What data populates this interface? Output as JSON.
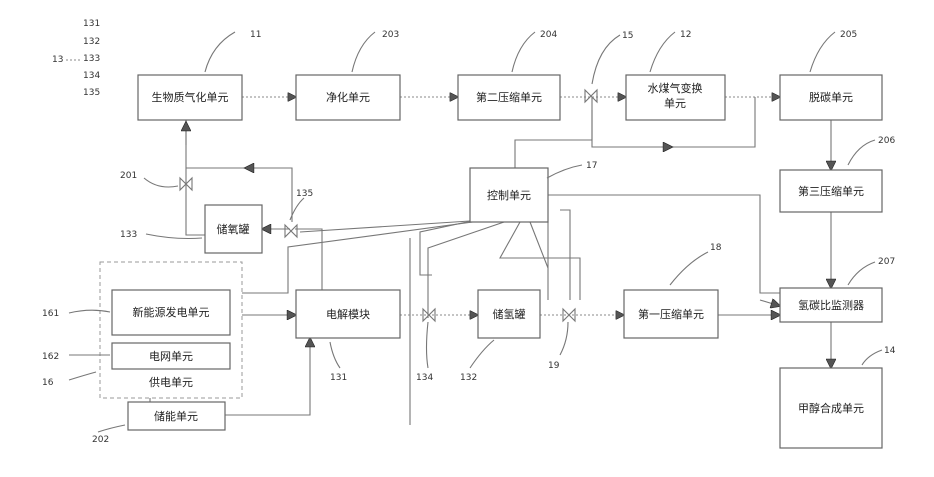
{
  "boxes": {
    "biomass_gasification": "生物质气化单元",
    "purification": "净化单元",
    "second_compression": "第二压缩单元",
    "water_gas_shift": "水煤气变换",
    "water_gas_shift_2": "单元",
    "decarbonization": "脱碳单元",
    "third_compression": "第三压缩单元",
    "control_unit": "控制单元",
    "oxygen_tank": "储氧罐",
    "renewable_power": "新能源发电单元",
    "grid_unit": "电网单元",
    "power_supply_unit": "供电单元",
    "energy_storage": "储能单元",
    "electrolysis_module": "电解模块",
    "hydrogen_tank": "储氢罐",
    "first_compression": "第一压缩单元",
    "hc_ratio_detector": "氢碳比监测器",
    "methanol_synthesis": "甲醇合成单元"
  },
  "labels": {
    "n11": "11",
    "n203": "203",
    "n204": "204",
    "n15": "15",
    "n12": "12",
    "n205": "205",
    "n206": "206",
    "n17": "17",
    "n201": "201",
    "n135": "135",
    "n133": "133",
    "n18": "18",
    "n161": "161",
    "n162": "162",
    "n16": "16",
    "n131": "131",
    "n134": "134",
    "n132": "132",
    "n19": "19",
    "n207": "207",
    "n14": "14",
    "n202": "202"
  },
  "legend": {
    "group_label": "13",
    "items": [
      "131",
      "132",
      "133",
      "134",
      "135"
    ]
  }
}
